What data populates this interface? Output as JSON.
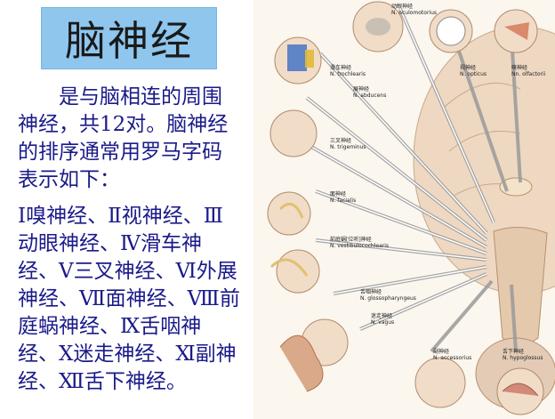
{
  "title": "脑神经",
  "intro": "　　是与脑相连的周围神经，共12对。脑神经的排序通常用罗马字码表示如下：",
  "list": "Ⅰ嗅神经、Ⅱ视神经、Ⅲ动眼神经、Ⅳ滑车神经、Ⅴ三叉神经、Ⅵ外展神经、Ⅶ面神经、Ⅷ前庭蜗神经、Ⅸ舌咽神经、Ⅹ迷走神经、Ⅺ副神经、Ⅻ舌下神经。",
  "figure_labels": {
    "oculomotor_cn": "动眼神经",
    "oculomotor_en": "N. oculomotorius",
    "trochlear_cn": "滑车神经",
    "trochlear_en": "N. trochlearis",
    "abducens_cn": "展神经",
    "abducens_en": "N. abducens",
    "optic_cn": "视神经",
    "optic_en": "N. opticus",
    "olfactory_cn": "嗅神经",
    "olfactory_en": "Nn. olfactorii",
    "trigeminal_cn": "三叉神经",
    "trigeminal_en": "N. trigeminus",
    "facial_cn": "面神经",
    "facial_en": "N. facialis",
    "vestibulocochlear_cn": "前庭蜗[位听]神经",
    "vestibulocochlear_en": "N. vestibulocochlearis",
    "glossopharyngeal_cn": "舌咽神经",
    "glossopharyngeal_en": "N. glossopharyngeus",
    "vagus_cn": "迷走神经",
    "vagus_en": "N. vagus",
    "accessory_cn": "副神经",
    "accessory_en": "N. accessorius",
    "hypoglossal_cn": "舌下神经",
    "hypoglossal_en": "N. hypoglossus"
  }
}
